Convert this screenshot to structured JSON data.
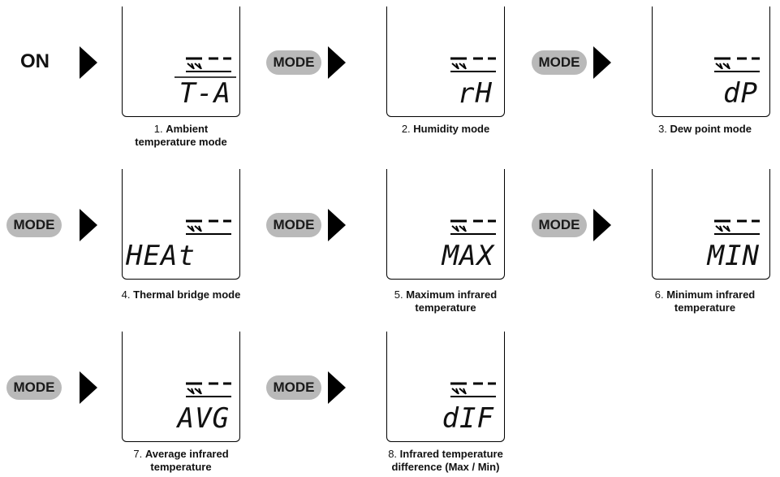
{
  "on_label": "ON",
  "mode_label": "MODE",
  "steps": [
    {
      "num": "1.",
      "title_line1": "Ambient",
      "title_line2": "temperature mode",
      "display": "T-A"
    },
    {
      "num": "2.",
      "title_line1": "Humidity mode",
      "title_line2": "",
      "display": "rH"
    },
    {
      "num": "3.",
      "title_line1": "Dew point mode",
      "title_line2": "",
      "display": "dP"
    },
    {
      "num": "4.",
      "title_line1": "Thermal bridge mode",
      "title_line2": "",
      "display": "HEAt"
    },
    {
      "num": "5.",
      "title_line1": "Maximum infrared",
      "title_line2": "temperature",
      "display": "MAX"
    },
    {
      "num": "6.",
      "title_line1": "Minimum infrared",
      "title_line2": "temperature",
      "display": "MIN"
    },
    {
      "num": "7.",
      "title_line1": "Average infrared",
      "title_line2": "temperature",
      "display": "AVG"
    },
    {
      "num": "8.",
      "title_line1": "Infrared temperature",
      "title_line2": "difference (Max / Min)",
      "display": "dIF"
    }
  ]
}
